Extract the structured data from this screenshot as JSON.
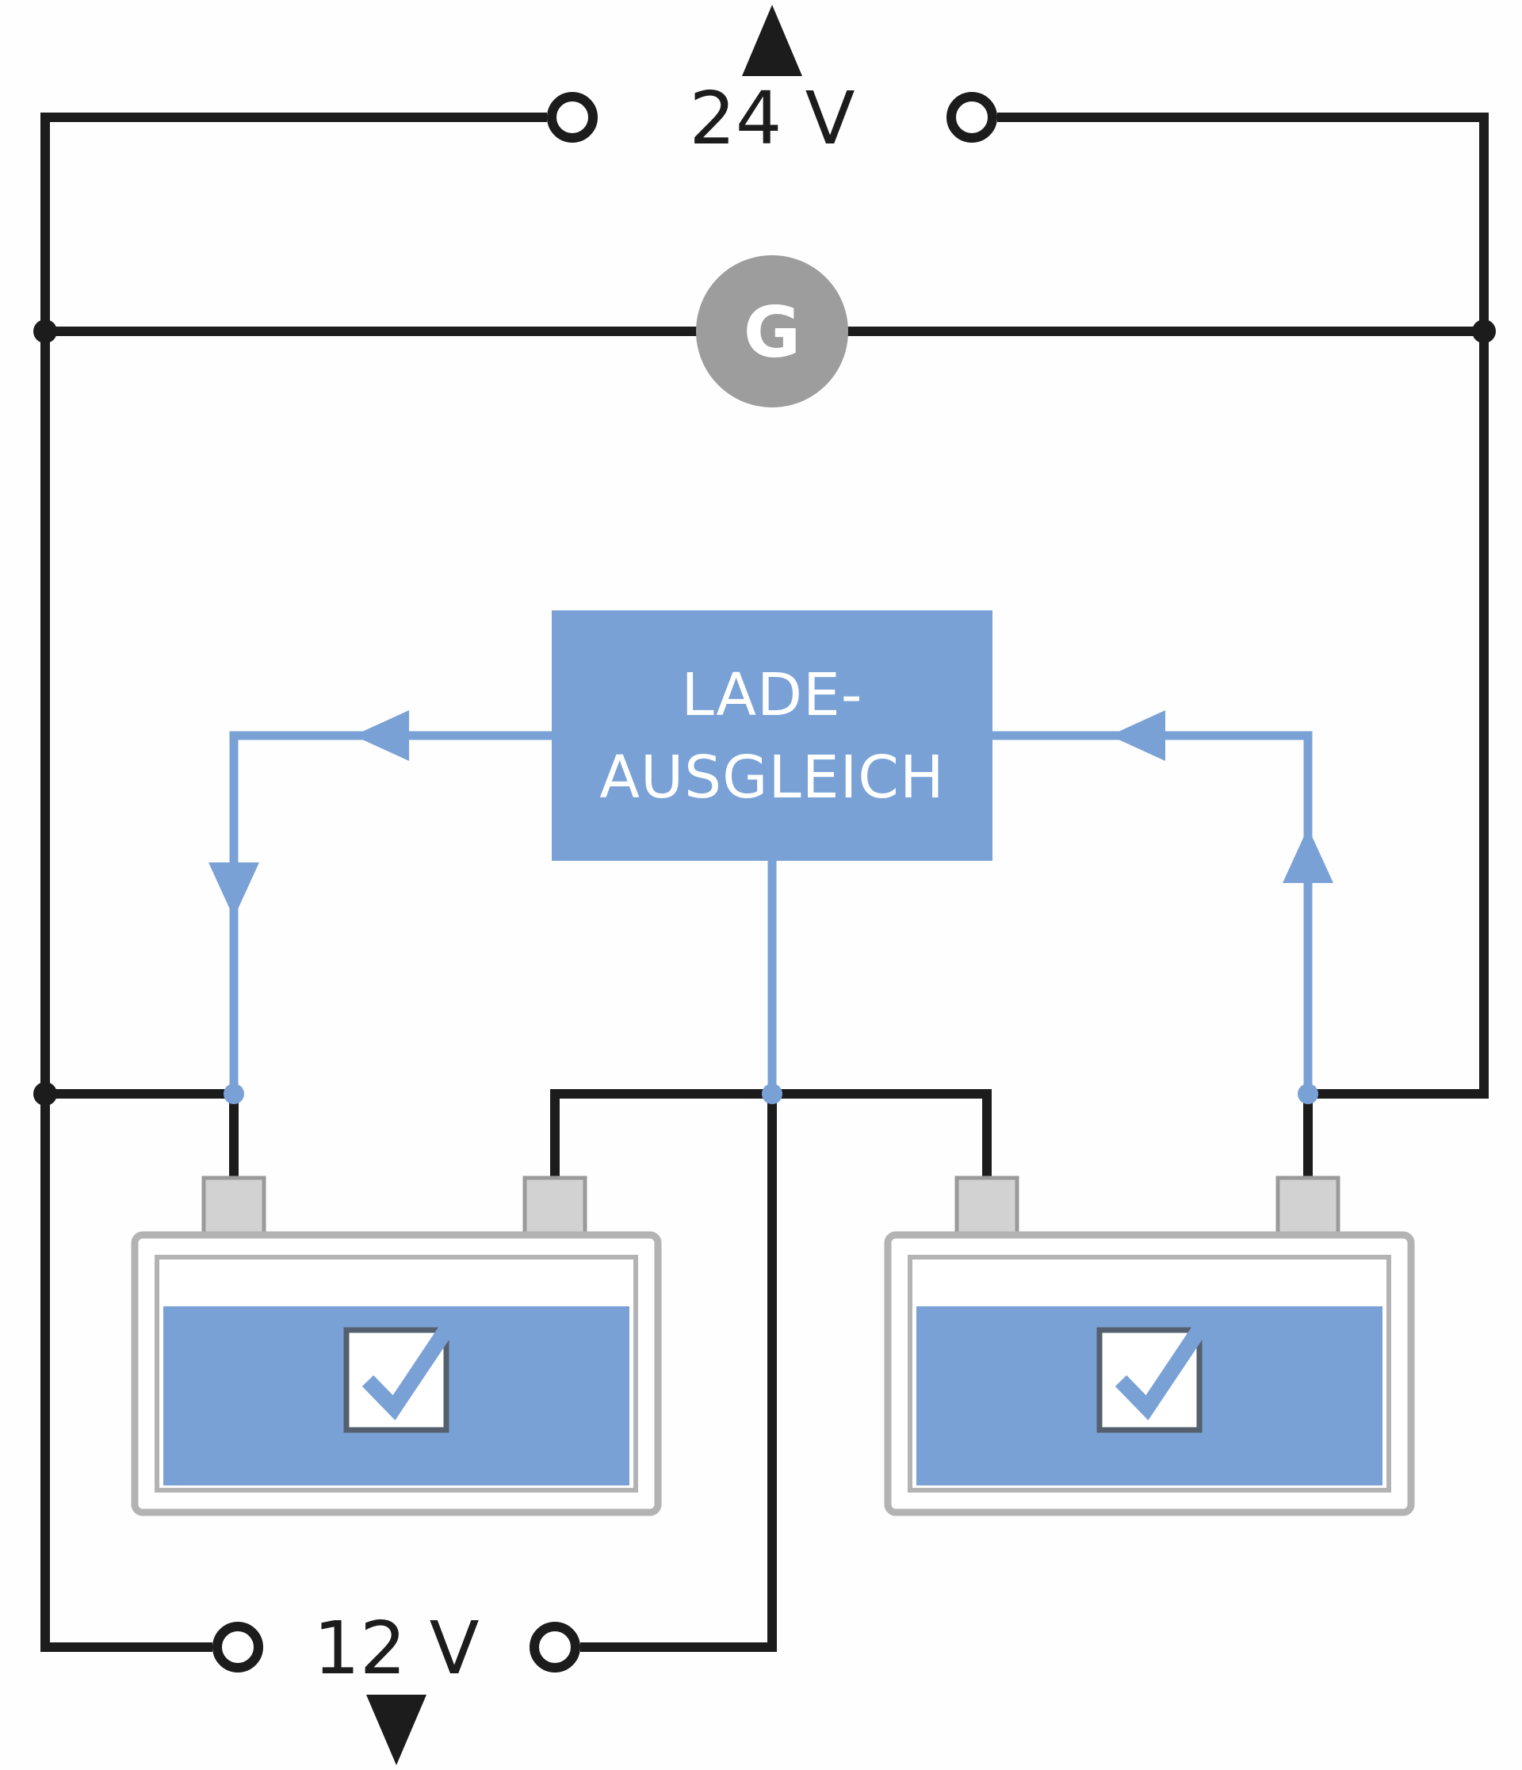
{
  "diagram": {
    "type": "circuit-diagram",
    "description": "24 V dual-battery system with generator and charge equalizer",
    "labels": {
      "top_voltage": "24 V",
      "bottom_voltage": "12 V",
      "generator": "G",
      "equalizer_line1": "LADE-",
      "equalizer_line2": "AUSGLEICH"
    },
    "colors": {
      "wire_black": "#1c1c1c",
      "accent_blue": "#7aa1d6",
      "generator_gray": "#9d9d9d",
      "battery_border_gray": "#b3b3b3",
      "terminal_gray": "#d2d2d2",
      "background": "#fefefe",
      "text_white": "#ffffff"
    },
    "icons": {
      "up_arrow": "up-arrow-icon",
      "down_arrow": "down-arrow-icon",
      "flow_arrows": "blue-flow-arrow-icon",
      "terminals": "terminal-circle-icon",
      "junctions": "junction-dot-icon",
      "battery_ok": "checked-checkbox-icon"
    },
    "components": {
      "batteries": [
        {
          "name": "left-battery",
          "state": "charged"
        },
        {
          "name": "right-battery",
          "state": "charged"
        }
      ],
      "generator": {
        "symbol": "G",
        "shape": "gray-circle"
      },
      "equalizer": {
        "text": [
          "LADE-",
          "AUSGLEICH"
        ],
        "shape": "blue-box"
      }
    }
  }
}
